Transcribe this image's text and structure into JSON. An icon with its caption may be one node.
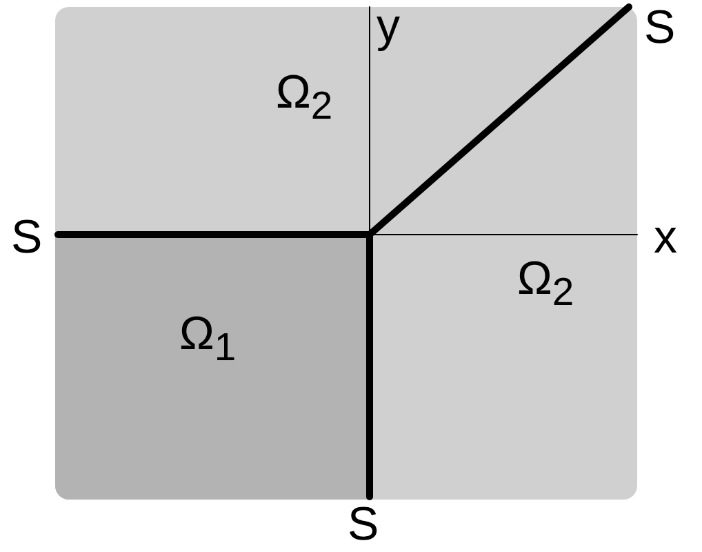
{
  "diagram": {
    "nodes": [
      {
        "text": [
          "Ω$_{2}$",
          "Ω$_{2}$"
        ]
      },
      {
        "text": [
          "Ω$_{1}$"
        ],
        "in": 0
      }
    ],
    "labels": [
      "y",
      "S",
      "S",
      "x",
      "S"
    ]
  }
}
